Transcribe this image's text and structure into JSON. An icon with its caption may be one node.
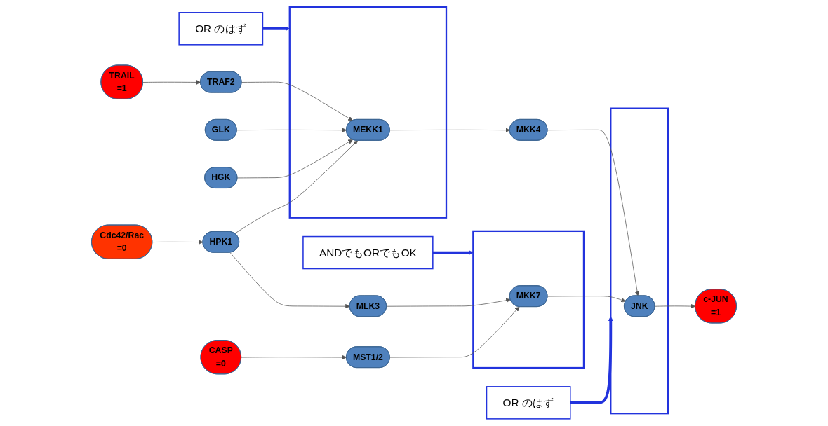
{
  "diagram": {
    "nodes": [
      {
        "text": [
          "TRAIL",
          "=1"
        ]
      },
      {
        "text": [
          "OR のはず"
        ]
      },
      {
        "text": [
          "TRAF2"
        ]
      },
      {
        "text": [
          "GLK"
        ]
      },
      {
        "text": [],
        "shape": "box"
      },
      {
        "text": [
          "MEKK1"
        ],
        "in": 4
      },
      {
        "text": [
          "HGK"
        ]
      },
      {
        "text": [
          "MKK4"
        ]
      },
      {
        "text": [
          "OR のはず"
        ]
      },
      {
        "text": [],
        "shape": "box"
      },
      {
        "text": [
          "JNK"
        ],
        "in": 9
      },
      {
        "text": [
          "c-JUN",
          "=1"
        ]
      },
      {
        "text": [
          "Cdc42/Rac",
          "=0"
        ]
      },
      {
        "text": [
          "HPK1"
        ]
      },
      {
        "text": [
          "MLK3"
        ]
      },
      {
        "text": [],
        "shape": "box"
      },
      {
        "text": [
          "MKK7"
        ],
        "in": 15
      },
      {
        "text": [
          "CASP",
          "=0"
        ]
      },
      {
        "text": [
          "MST1/2"
        ]
      },
      {
        "text": [
          "ANDでもORでもOK"
        ]
      }
    ],
    "edges": [
      {
        "from": 0,
        "to": 2,
        "arrow": "to"
      },
      {
        "from": 2,
        "to": 5,
        "arrow": "to"
      },
      {
        "from": 3,
        "to": 5,
        "arrow": "to"
      },
      {
        "from": 6,
        "to": 5,
        "arrow": "to"
      },
      {
        "from": 13,
        "to": 5,
        "arrow": "to"
      },
      {
        "from": 12,
        "to": 13,
        "arrow": "to"
      },
      {
        "from": 5,
        "to": 7,
        "arrow": "to"
      },
      {
        "from": 13,
        "to": 14,
        "arrow": "to"
      },
      {
        "from": 7,
        "to": 10,
        "arrow": "to"
      },
      {
        "from": 14,
        "to": 16,
        "arrow": "to"
      },
      {
        "from": 17,
        "to": 18,
        "arrow": "to"
      },
      {
        "from": 18,
        "to": 16,
        "arrow": "to"
      },
      {
        "from": 16,
        "to": 10,
        "arrow": "to"
      },
      {
        "from": 10,
        "to": 11,
        "arrow": "to"
      },
      {
        "from": 1,
        "to": 4,
        "arrow": "to",
        "style": "thick",
        "color": "#2233dd"
      },
      {
        "from": 8,
        "to": 9,
        "arrow": "to",
        "style": "thick",
        "color": "#2233dd"
      },
      {
        "from": 19,
        "to": 15,
        "arrow": "to",
        "style": "thick",
        "color": "#2233dd"
      }
    ]
  }
}
